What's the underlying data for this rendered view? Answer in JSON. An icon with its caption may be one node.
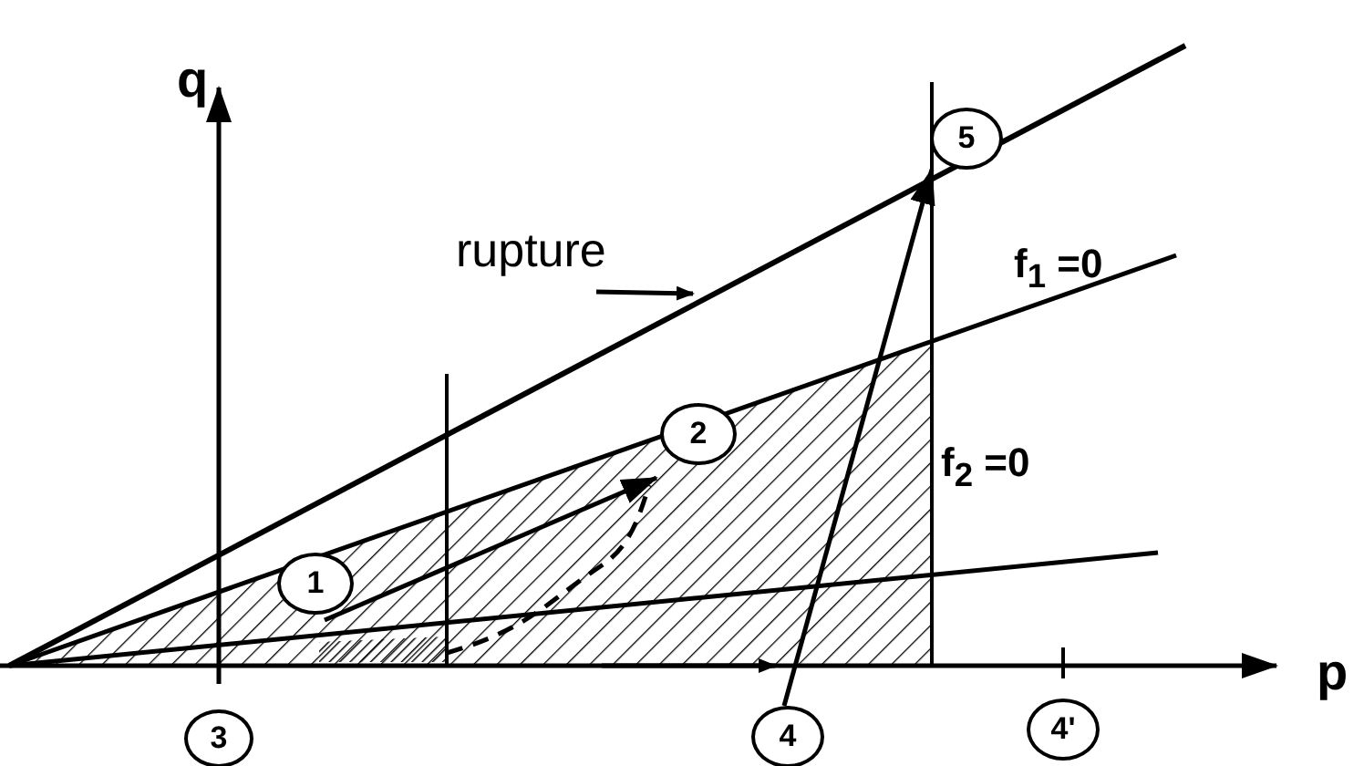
{
  "diagram": {
    "nodes": [
      {
        "text": [
          "5"
        ]
      },
      {
        "text": [
          "rupture"
        ]
      },
      {
        "text": [
          "2"
        ]
      },
      {
        "text": [
          "1"
        ]
      },
      {
        "text": [
          "3"
        ]
      },
      {
        "text": [
          "4"
        ]
      },
      {
        "text": [
          "4'"
        ]
      }
    ],
    "edges": [
      {
        "from": 5,
        "to": 0,
        "arrow": "to"
      },
      {
        "from": 3,
        "to": 2,
        "arrow": "to"
      },
      {
        "from": null,
        "to": 5,
        "arrow": "to"
      },
      {
        "from": 1,
        "to": null,
        "arrow": "to"
      }
    ],
    "labels": [
      "q",
      "p",
      "f$_{1}$ =0",
      "f$_{2}$ =0"
    ]
  }
}
